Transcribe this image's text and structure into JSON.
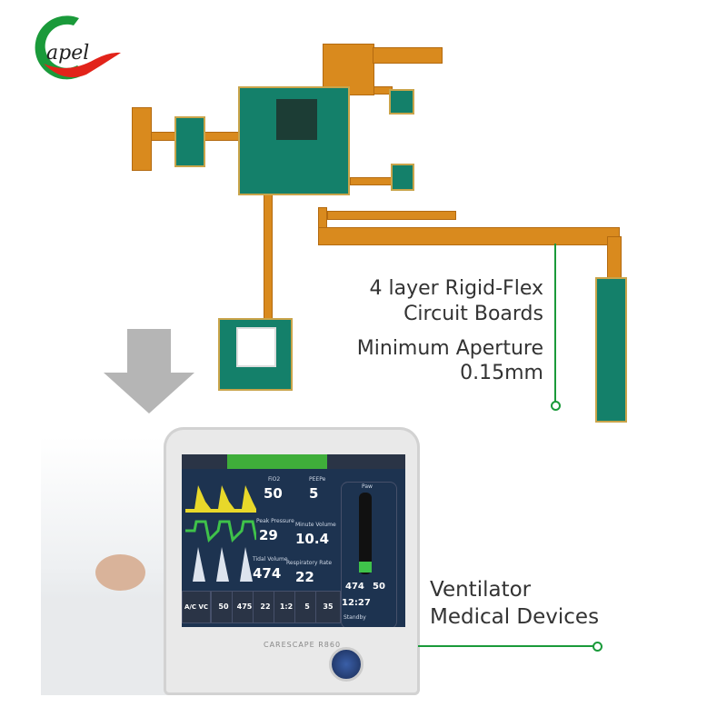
{
  "logo": {
    "text": "apel",
    "colors": {
      "green": "#1a9a3a",
      "red": "#e2231a"
    }
  },
  "pcb": {
    "title_line1": "4 layer Rigid-Flex",
    "title_line2": "Circuit Boards",
    "spec_line1": "Minimum Aperture",
    "spec_line2": "0.15mm"
  },
  "application": {
    "line1": "Ventilator",
    "line2": "Medical Devices"
  },
  "ventilator": {
    "brand": "CARESCAPE R860",
    "mode": "A/C VC",
    "readings": [
      {
        "label": "FiO2",
        "value": "50"
      },
      {
        "label": "PEEPe",
        "value": "5"
      },
      {
        "label": "Peak Pressure",
        "value": "29"
      },
      {
        "label": "Minute Volume",
        "value": "10.4"
      },
      {
        "label": "Tidal Volume",
        "value": "474"
      },
      {
        "label": "Respiratory Rate",
        "value": "22"
      }
    ],
    "gauge": {
      "label": "Paw",
      "vt": "474",
      "fio2": "50"
    },
    "settings": [
      "50",
      "475",
      "22",
      "1:2",
      "5",
      "35"
    ],
    "time": "12:27",
    "standby": "Standby"
  },
  "colors": {
    "accent": "#1a9a3a",
    "flex": "#d98a1e",
    "pcb": "#14806a",
    "arrow": "#b5b5b5"
  }
}
